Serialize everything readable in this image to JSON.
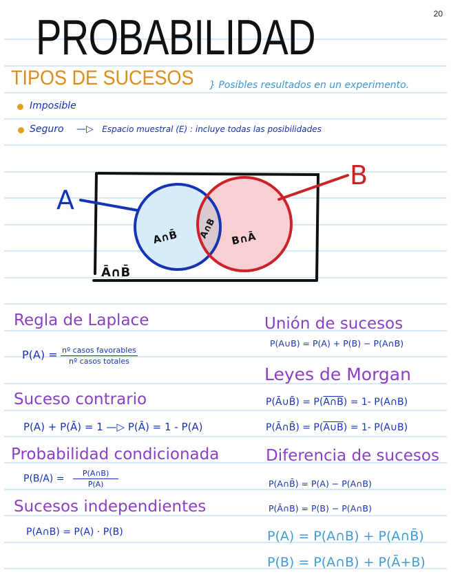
{
  "page": {
    "number": "20",
    "title": "PROBABILIDAD"
  },
  "tipos": {
    "heading": "TIPOS DE SUCESOS",
    "brace_note": "} Posibles resultados en un experimento.",
    "bullets": [
      {
        "label": "Imposible"
      },
      {
        "label": "Seguro",
        "arrow": "—▷",
        "detail": "Espacio muestral (E) : incluye todas las posibilidades"
      }
    ]
  },
  "venn": {
    "label_a": "A",
    "label_b": "B",
    "region_a_only": "A∩B̄",
    "region_intersection": "A∩B",
    "region_b_only": "B∩Ā",
    "region_outside": "Ā∩B̄",
    "colors": {
      "a_stroke": "#1534b5",
      "a_fill": "#d6ecfa",
      "b_stroke": "#cc2229",
      "b_fill": "#f8cfd2",
      "intersection_fill": "#d7c9cf",
      "box": "#111111"
    }
  },
  "sections": {
    "laplace": {
      "heading": "Regla de Laplace",
      "lhs": "P(A) =",
      "numerator": "nº casos favorables",
      "denominator": "nº casos totales"
    },
    "contrario": {
      "heading": "Suceso contrario",
      "formula": "P(A) + P(Ā) = 1  —▷  P(Ā) = 1 - P(A)"
    },
    "condicionada": {
      "heading": "Probabilidad condicionada",
      "lhs": "P(B/A) =",
      "numerator": "P(A∩B)",
      "denominator": "P(A)"
    },
    "independientes": {
      "heading": "Sucesos independientes",
      "formula": "P(A∩B) = P(A) · P(B)"
    },
    "union": {
      "heading": "Unión de sucesos",
      "formula": "P(A∪B) = P(A) + P(B) − P(A∩B)"
    },
    "morgan": {
      "heading": "Leyes de Morgan",
      "formula_1_lhs": "P(Ā∪B̄) = P(",
      "formula_1_over": "A∩B",
      "formula_1_rhs": ") = 1- P(A∩B)",
      "formula_2_lhs": "P(Ā∩B̄) = P(",
      "formula_2_over": "A∪B",
      "formula_2_rhs": ") = 1- P(A∪B)"
    },
    "diferencia": {
      "heading": "Diferencia de sucesos",
      "formula_1": "P(A∩B̄) = P(A) − P(A∩B)",
      "formula_2": "P(Ā∩B) = P(B) − P(A∩B)",
      "formula_3": "P(A) = P(A∩B) + P(A∩B̄)",
      "formula_4": "P(B) = P(A∩B) + P(Ā+B)"
    }
  }
}
